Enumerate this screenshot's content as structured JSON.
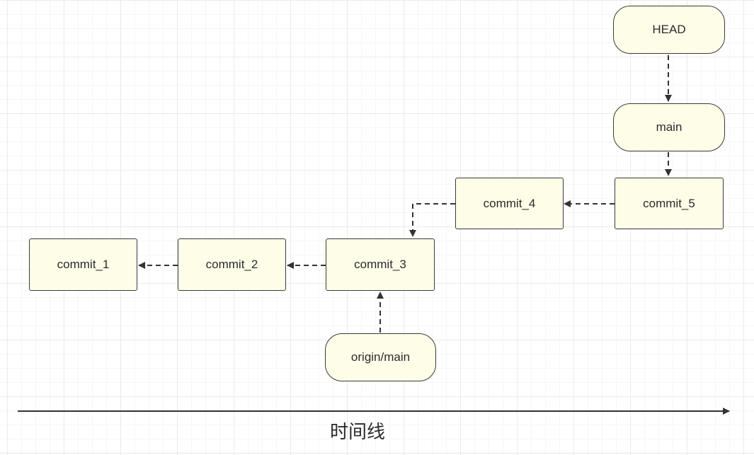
{
  "refs": {
    "head": "HEAD",
    "main": "main",
    "origin_main": "origin/main"
  },
  "commits": [
    "commit_1",
    "commit_2",
    "commit_3",
    "commit_4",
    "commit_5"
  ],
  "timeline": {
    "label": "时间线"
  },
  "colors": {
    "node_fill": "#fdfde8",
    "node_border": "#3a3a3a",
    "edge": "#333333"
  }
}
